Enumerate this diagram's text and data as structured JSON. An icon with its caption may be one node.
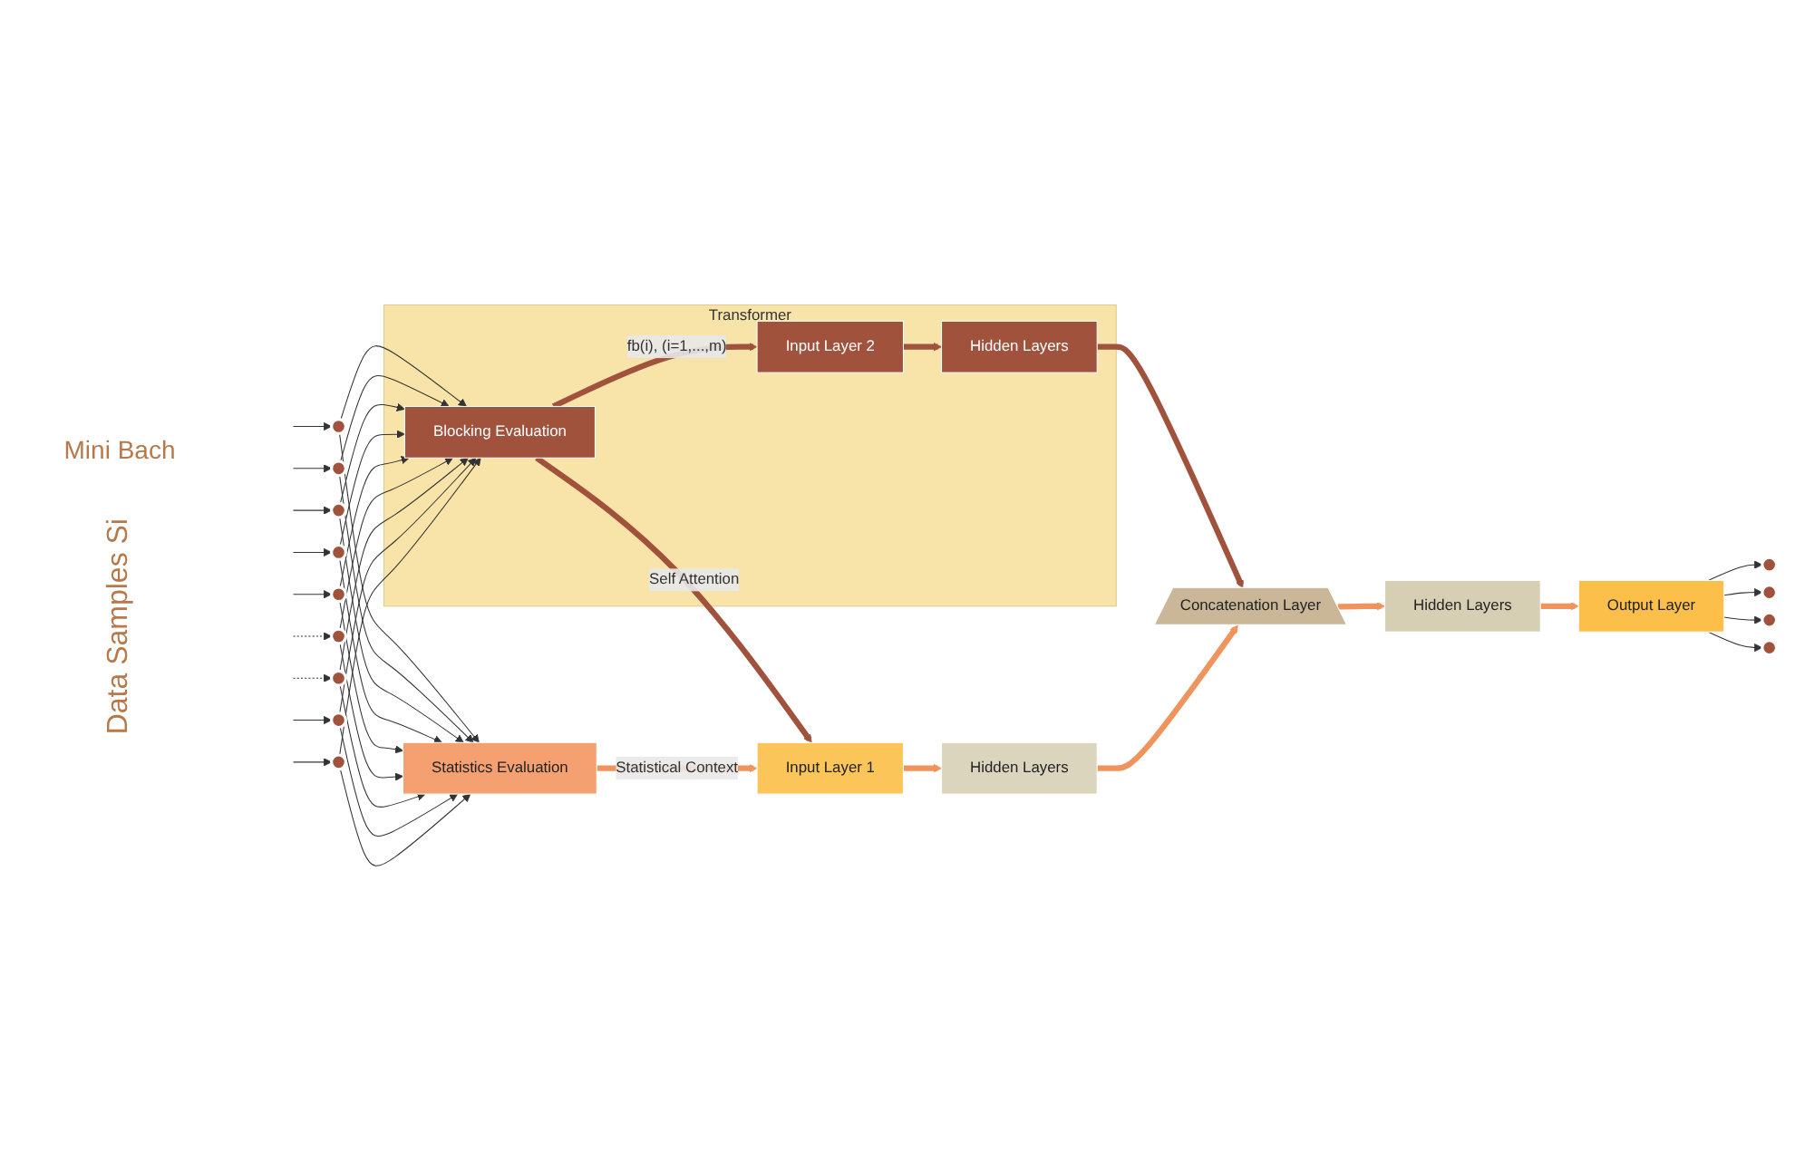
{
  "diagram": {
    "nodes": [
      {
        "text": [
          "Transformer"
        ]
      },
      {
        "text": [
          "Blocking Evaluation"
        ],
        "in": 0
      },
      {
        "text": [
          "Input Layer 2"
        ],
        "in": 0
      },
      {
        "text": [
          "Hidden Layers"
        ],
        "in": 0
      },
      {
        "text": [
          "Statistics Evaluation"
        ]
      },
      {
        "text": [
          "Input Layer 1"
        ]
      },
      {
        "text": [
          "Hidden Layers"
        ]
      },
      {
        "text": [
          "Concatenation Layer"
        ]
      },
      {
        "text": [
          "Hidden Layers"
        ]
      },
      {
        "text": [
          "Output Layer"
        ]
      },
      {
        "text": [],
        "shape": "circle"
      },
      {
        "text": [],
        "shape": "circle"
      },
      {
        "text": [],
        "shape": "circle"
      },
      {
        "text": [],
        "shape": "circle"
      },
      {
        "text": [],
        "shape": "circle"
      },
      {
        "text": [],
        "shape": "circle"
      },
      {
        "text": [],
        "shape": "circle"
      },
      {
        "text": [],
        "shape": "circle"
      },
      {
        "text": [],
        "shape": "circle"
      },
      {
        "text": [],
        "shape": "circle"
      },
      {
        "text": [],
        "shape": "circle"
      },
      {
        "text": [],
        "shape": "circle"
      },
      {
        "text": [],
        "shape": "circle"
      }
    ],
    "edges": [
      {
        "from": null,
        "to": 10,
        "arrow": "to"
      },
      {
        "from": null,
        "to": 11,
        "arrow": "to"
      },
      {
        "from": null,
        "to": 12,
        "arrow": "to"
      },
      {
        "from": null,
        "to": 13,
        "arrow": "to"
      },
      {
        "from": null,
        "to": 14,
        "arrow": "to"
      },
      {
        "from": null,
        "to": 15,
        "arrow": "to",
        "style": "dashed"
      },
      {
        "from": null,
        "to": 16,
        "arrow": "to",
        "style": "dashed"
      },
      {
        "from": null,
        "to": 17,
        "arrow": "to"
      },
      {
        "from": null,
        "to": 18,
        "arrow": "to"
      },
      {
        "from": 10,
        "to": 1,
        "arrow": "to"
      },
      {
        "from": 11,
        "to": 1,
        "arrow": "to"
      },
      {
        "from": 12,
        "to": 1,
        "arrow": "to"
      },
      {
        "from": 13,
        "to": 1,
        "arrow": "to"
      },
      {
        "from": 14,
        "to": 1,
        "arrow": "to"
      },
      {
        "from": 15,
        "to": 1,
        "arrow": "to"
      },
      {
        "from": 16,
        "to": 1,
        "arrow": "to"
      },
      {
        "from": 17,
        "to": 1,
        "arrow": "to"
      },
      {
        "from": 18,
        "to": 1,
        "arrow": "to"
      },
      {
        "from": 10,
        "to": 4,
        "arrow": "to"
      },
      {
        "from": 11,
        "to": 4,
        "arrow": "to"
      },
      {
        "from": 12,
        "to": 4,
        "arrow": "to"
      },
      {
        "from": 13,
        "to": 4,
        "arrow": "to"
      },
      {
        "from": 14,
        "to": 4,
        "arrow": "to"
      },
      {
        "from": 15,
        "to": 4,
        "arrow": "to"
      },
      {
        "from": 16,
        "to": 4,
        "arrow": "to"
      },
      {
        "from": 17,
        "to": 4,
        "arrow": "to"
      },
      {
        "from": 18,
        "to": 4,
        "arrow": "to"
      },
      {
        "from": 1,
        "to": 2,
        "label": "fb(i), (i=1,...,m)",
        "arrow": "to",
        "style": "thick",
        "color": "#a0523d"
      },
      {
        "from": 2,
        "to": 3,
        "arrow": "to",
        "style": "thick",
        "color": "#a0523d"
      },
      {
        "from": 3,
        "to": 7,
        "arrow": "to",
        "style": "thick",
        "color": "#a0523d"
      },
      {
        "from": 1,
        "to": 5,
        "label": "Self Attention",
        "arrow": "to",
        "style": "thick",
        "color": "#a0523d"
      },
      {
        "from": 4,
        "to": 5,
        "label": "Statistical Context",
        "arrow": "to",
        "style": "thick",
        "color": "#f0945e"
      },
      {
        "from": 5,
        "to": 6,
        "arrow": "to",
        "style": "thick",
        "color": "#f0945e"
      },
      {
        "from": 6,
        "to": 7,
        "arrow": "to",
        "style": "thick",
        "color": "#f0945e"
      },
      {
        "from": 7,
        "to": 8,
        "arrow": "to",
        "style": "thick",
        "color": "#f0945e"
      },
      {
        "from": 8,
        "to": 9,
        "arrow": "to",
        "style": "thick",
        "color": "#f0945e"
      },
      {
        "from": 9,
        "to": 19,
        "arrow": "to"
      },
      {
        "from": 9,
        "to": 20,
        "arrow": "to"
      },
      {
        "from": 9,
        "to": 21,
        "arrow": "to"
      },
      {
        "from": 9,
        "to": 22,
        "arrow": "to"
      }
    ],
    "labels": [
      "Mini Bach",
      "Data Samples Si"
    ]
  }
}
